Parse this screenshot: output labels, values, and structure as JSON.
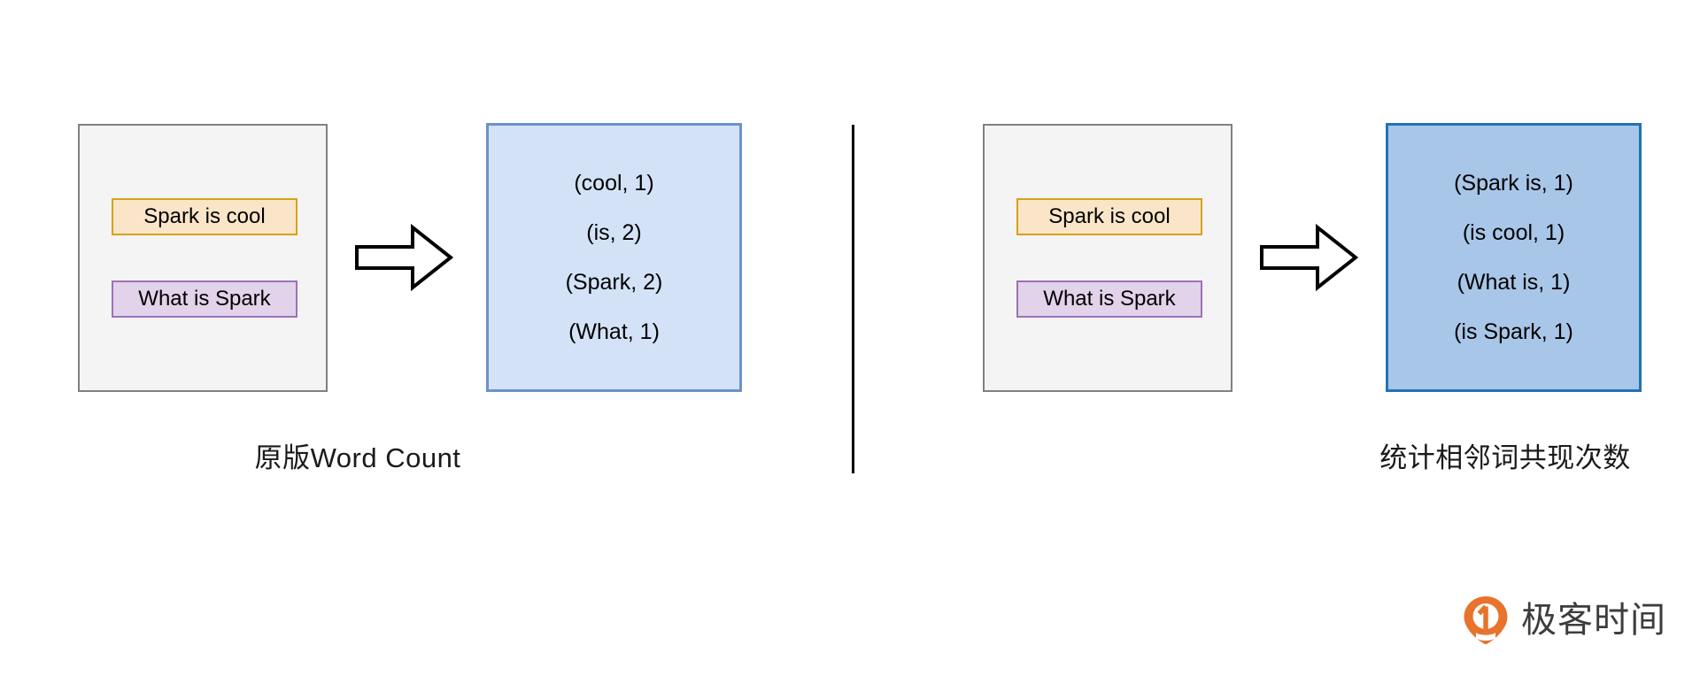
{
  "diagram": {
    "divider": "vertical-separator",
    "panels": [
      {
        "id": "original-word-count",
        "caption": "原版Word Count",
        "input": {
          "lines": [
            {
              "text": "Spark is cool",
              "style": "orange"
            },
            {
              "text": "What is Spark",
              "style": "purple"
            }
          ]
        },
        "arrow": "right-arrow-icon",
        "output": {
          "style": "light-blue",
          "pairs": [
            "(cool, 1)",
            "(is, 2)",
            "(Spark, 2)",
            "(What, 1)"
          ]
        }
      },
      {
        "id": "adjacent-word-cooccurrence",
        "caption": "统计相邻词共现次数",
        "input": {
          "lines": [
            {
              "text": "Spark is cool",
              "style": "orange"
            },
            {
              "text": "What is Spark",
              "style": "purple"
            }
          ]
        },
        "arrow": "right-arrow-icon",
        "output": {
          "style": "dark-blue",
          "pairs": [
            "(Spark is, 1)",
            "(is cool, 1)",
            "(What is, 1)",
            "(is Spark, 1)"
          ]
        }
      }
    ]
  },
  "watermark": {
    "text": "极客时间",
    "logo": "geektime-pin-logo"
  },
  "colors": {
    "background": "#ffffff",
    "input_box_fill": "#f4f4f4",
    "input_box_border": "#808080",
    "orange_fill": "#fbe5c8",
    "orange_border": "#d6a218",
    "purple_fill": "#e2d2ea",
    "purple_border": "#9c72b8",
    "light_blue_fill": "#d4e2f7",
    "light_blue_border": "#6b93c9",
    "dark_blue_fill": "#a8c6e8",
    "dark_blue_border": "#1f73b8",
    "text": "#000000",
    "divider": "#000000",
    "watermark_orange": "#e8732c",
    "watermark_text": "#3d3d3d"
  }
}
